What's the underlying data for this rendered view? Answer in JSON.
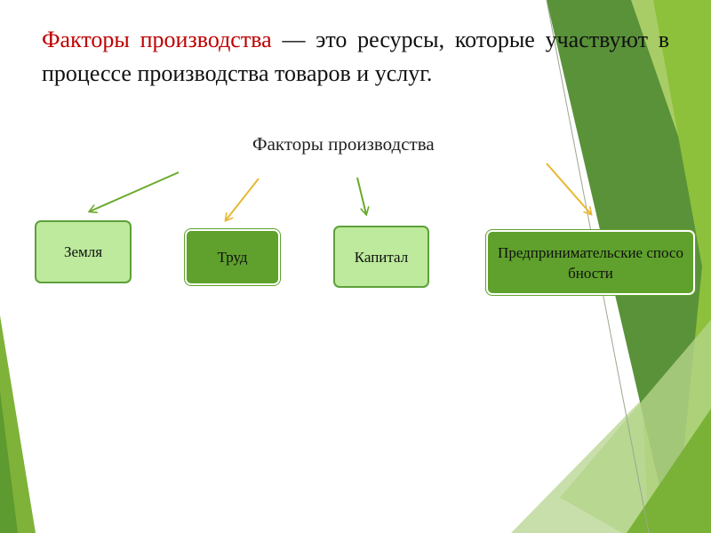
{
  "slide": {
    "definition": {
      "term": "Факторы производства",
      "rest": " — это ресурсы, которые участвуют в процессе производства товаров и услуг."
    },
    "diagram_title": "Факторы производства",
    "factors": [
      {
        "label": "Земля",
        "style": "light"
      },
      {
        "label": "Труд",
        "style": "dark"
      },
      {
        "label": "Капитал",
        "style": "light"
      },
      {
        "label": "Предпринимательские способности",
        "style": "dark"
      }
    ]
  },
  "colors": {
    "term_text": "#c00000",
    "box_light": "#bdea9c",
    "box_dark": "#5fa12c",
    "arrow_green": "#6aaa2c",
    "arrow_yellow": "#e8b833",
    "decor_dark_green": "#4f8a30",
    "decor_lime": "#8cbf3a",
    "decor_pale": "#c5dca5"
  }
}
